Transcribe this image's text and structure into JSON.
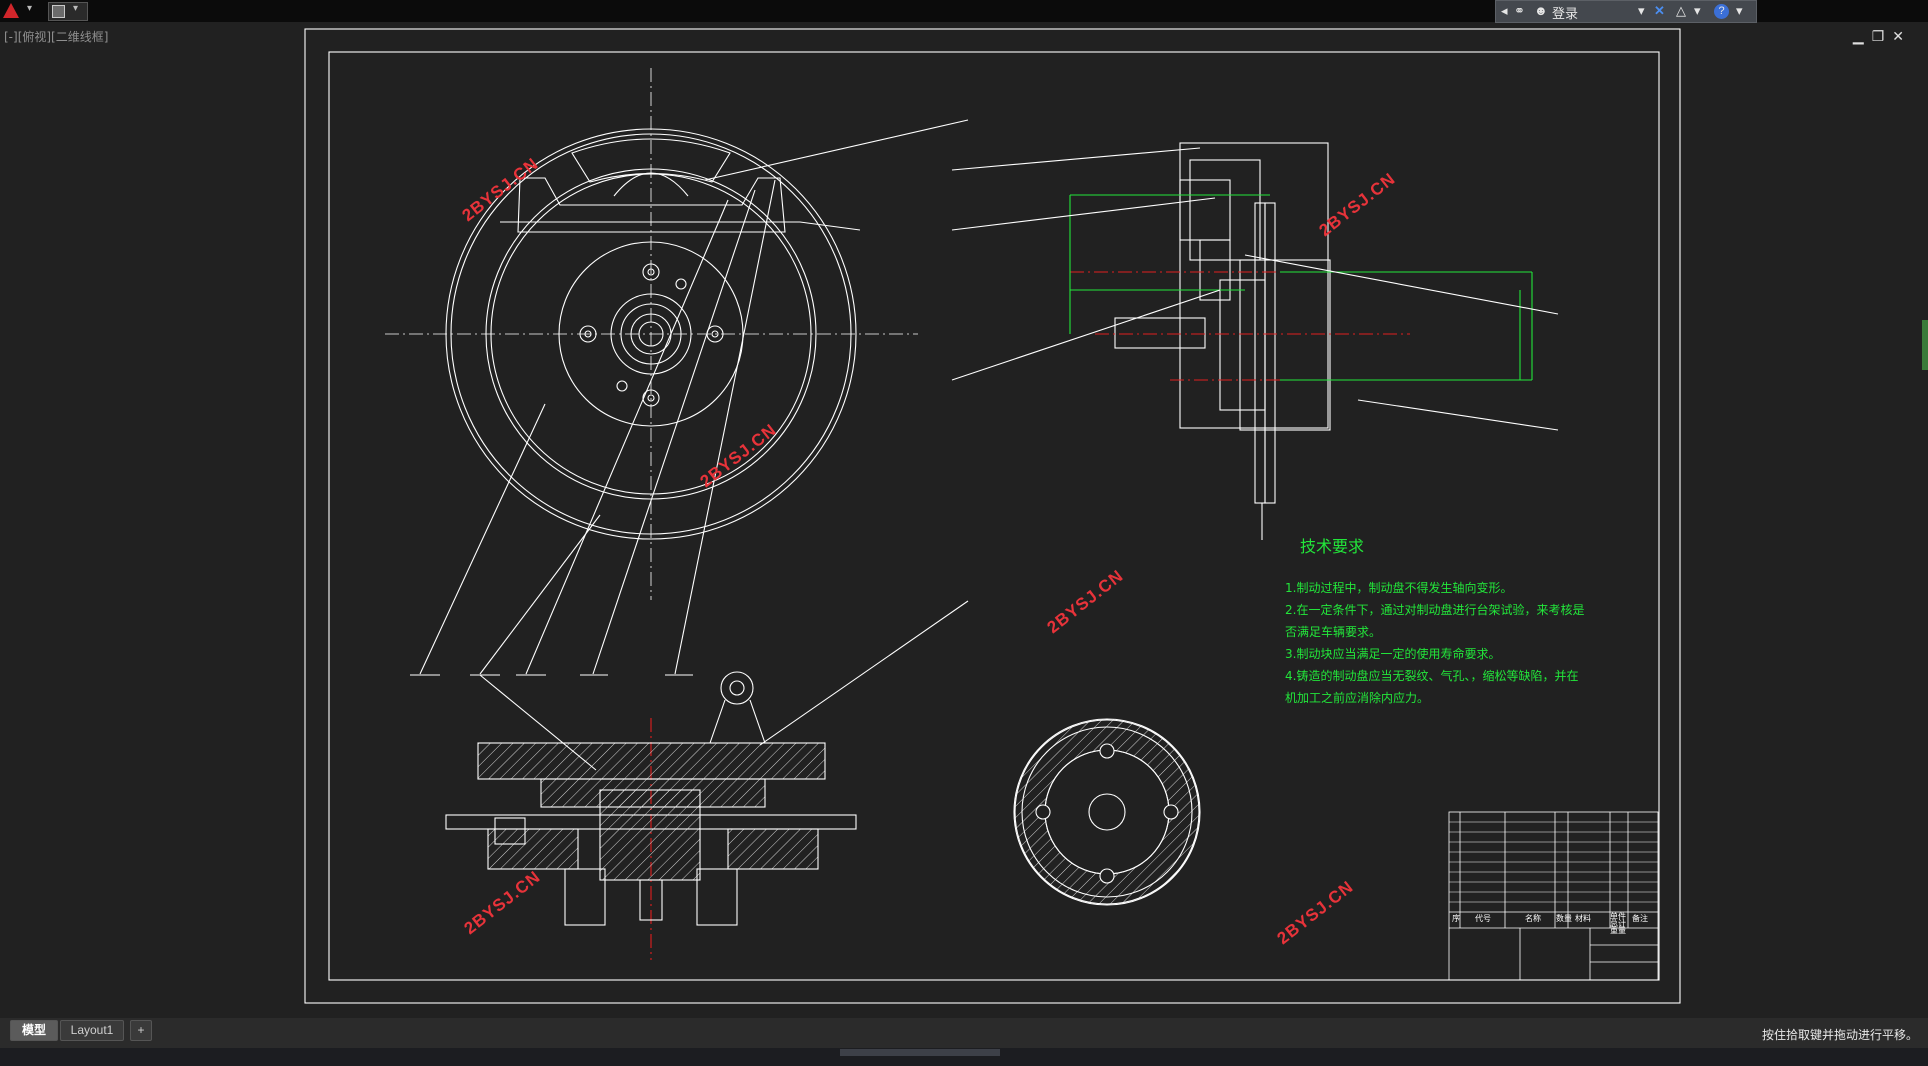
{
  "app": {
    "sign_in": "登录",
    "help": "?"
  },
  "viewport": {
    "label": "[-][俯视][二维线框]"
  },
  "watermark": "2BYSJ.CN",
  "drawing": {
    "tech_heading": "技术要求",
    "tech_lines": [
      "1.制动过程中，制动盘不得发生轴向变形。",
      "2.在一定条件下，通过对制动盘进行台架试验，来考核是",
      "否满足车辆要求。",
      "3.制动块应当满足一定的使用寿命要求。",
      "4.铸造的制动盘应当无裂纹、气孔、，缩松等缺陷，并在",
      "机加工之前应消除内应力。"
    ],
    "bom_header": [
      "序",
      "代号",
      "名称",
      "数量",
      "材料",
      "单件 总计 重量",
      "备注"
    ]
  },
  "tabs": [
    {
      "label": "模型",
      "active": true
    },
    {
      "label": "Layout1",
      "active": false
    },
    {
      "label": "+",
      "active": false
    }
  ],
  "status": {
    "message": "按住拾取键并拖动进行平移。"
  },
  "colors": {
    "background": "#212121",
    "line": "#ffffff",
    "accent_green": "#22e63a",
    "watermark_red": "#e8333a",
    "center_line": "#e01e1e"
  }
}
